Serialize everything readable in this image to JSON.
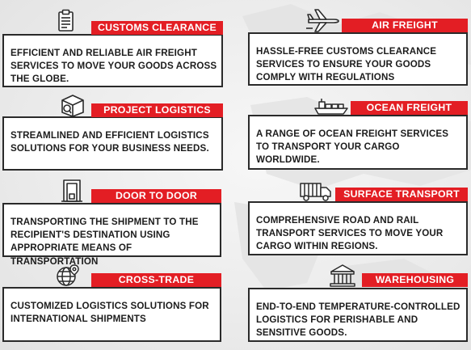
{
  "services": [
    {
      "title": "CUSTOMS CLEARANCE",
      "description": "EFFICIENT AND RELIABLE AIR FREIGHT SERVICES TO MOVE YOUR GOODS ACROSS THE GLOBE.",
      "icon": "clipboard-icon"
    },
    {
      "title": "AIR FREIGHT",
      "description": "HASSLE-FREE CUSTOMS CLEARANCE SERVICES TO ENSURE YOUR GOODS COMPLY WITH REGULATIONS",
      "icon": "airplane-icon"
    },
    {
      "title": "PROJECT LOGISTICS",
      "description": "STREAMLINED AND EFFICIENT LOGISTICS SOLUTIONS FOR YOUR BUSINESS NEEDS.",
      "icon": "box-magnifier-icon"
    },
    {
      "title": "OCEAN FREIGHT",
      "description": "A RANGE OF OCEAN FREIGHT SERVICES TO TRANSPORT YOUR CARGO WORLDWIDE.",
      "icon": "cargo-ship-icon"
    },
    {
      "title": "DOOR TO DOOR",
      "description": "TRANSPORTING THE SHIPMENT TO THE RECIPIENT'S DESTINATION USING APPROPRIATE MEANS OF TRANSPORTATION",
      "icon": "door-icon"
    },
    {
      "title": "SURFACE TRANSPORT",
      "description": "COMPREHENSIVE ROAD AND RAIL TRANSPORT SERVICES TO MOVE YOUR CARGO WITHIN REGIONS.",
      "icon": "truck-icon"
    },
    {
      "title": "CROSS-TRADE",
      "description": "CUSTOMIZED LOGISTICS SOLUTIONS FOR INTERNATIONAL SHIPMENTS",
      "icon": "globe-pin-icon"
    },
    {
      "title": "WAREHOUSING",
      "description": "END-TO-END TEMPERATURE-CONTROLLED LOGISTICS FOR PERISHABLE AND SENSITIVE GOODS.",
      "icon": "warehouse-icon"
    }
  ],
  "colors": {
    "accent": "#e31e24",
    "text": "#1c1c1c",
    "border": "#2a2a2a",
    "card": "#ffffff"
  }
}
